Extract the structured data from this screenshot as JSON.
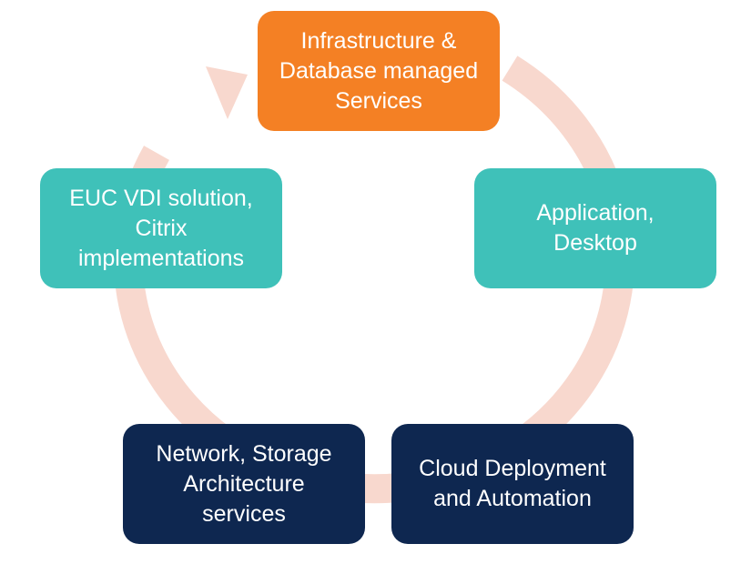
{
  "colors": {
    "ring": "#f8d8ce",
    "orange": "#f48024",
    "teal": "#3fc1b9",
    "navy": "#0e2750",
    "text": "#ffffff"
  },
  "nodes": [
    {
      "id": "top",
      "color": "orange",
      "lines": [
        "Infrastructure &",
        "Database managed",
        "Services"
      ]
    },
    {
      "id": "right",
      "color": "teal",
      "lines": [
        "Application,",
        "Desktop"
      ]
    },
    {
      "id": "bottom-right",
      "color": "navy",
      "lines": [
        "Cloud Deployment",
        "and Automation"
      ]
    },
    {
      "id": "bottom-left",
      "color": "navy",
      "lines": [
        "Network, Storage",
        "Architecture",
        "services"
      ]
    },
    {
      "id": "left",
      "color": "teal",
      "lines": [
        "EUC VDI solution,",
        "Citrix",
        "implementations"
      ]
    }
  ]
}
